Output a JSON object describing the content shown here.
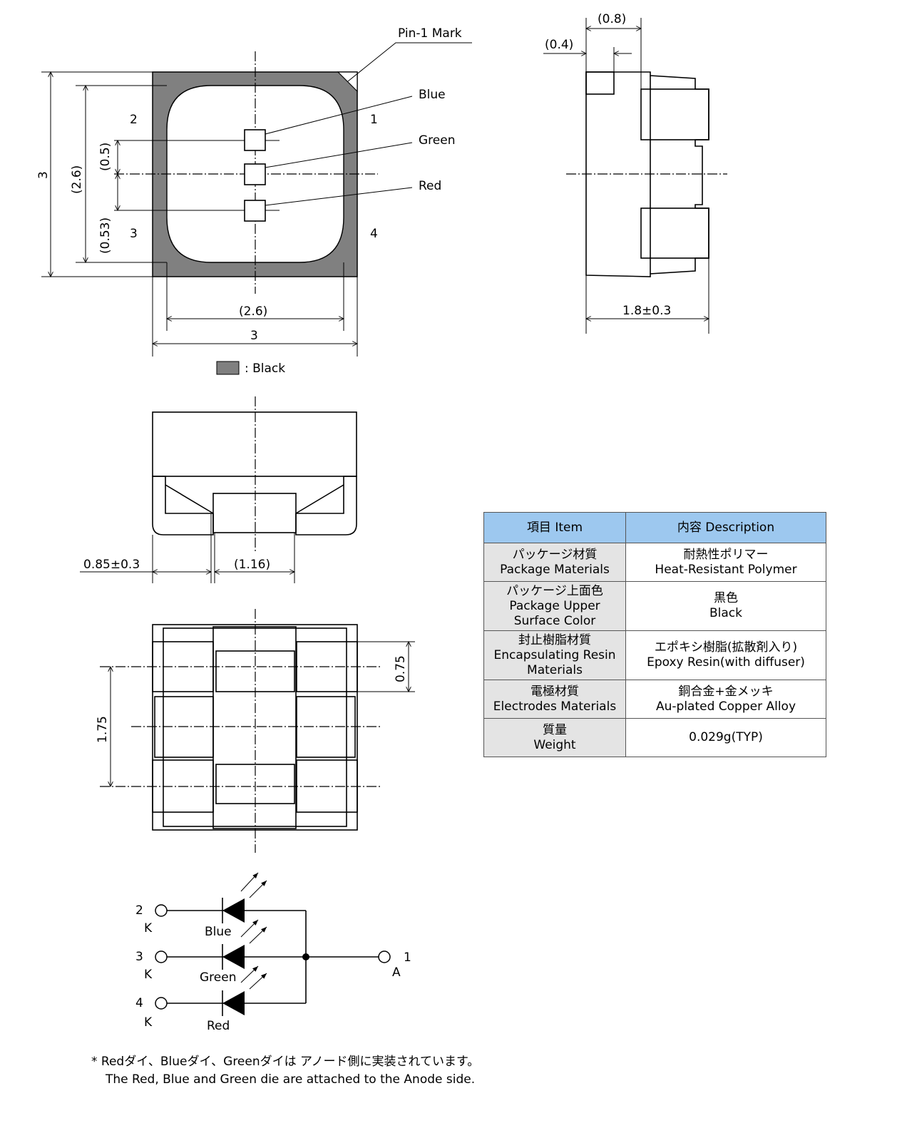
{
  "top_view": {
    "pin1_mark_label": "Pin-1 Mark",
    "pin_labels": [
      "2",
      "1",
      "3",
      "4"
    ],
    "die_labels": [
      "Blue",
      "Green",
      "Red"
    ],
    "dims": {
      "body_height": "3",
      "inner_height": "(2.6)",
      "die_pitch_a": "(0.5)",
      "die_pitch_b": "(0.53)",
      "inner_width": "(2.6)",
      "body_width": "3"
    },
    "legend_label": ": Black",
    "legend_color": "#808080"
  },
  "side_view": {
    "dims": {
      "top": "(0.8)",
      "step": "(0.4)",
      "depth": "1.8±0.3"
    }
  },
  "front_view": {
    "dims": {
      "left": "0.85±0.3",
      "center": "(1.16)"
    }
  },
  "bottom_view": {
    "dims": {
      "pitch": "1.75",
      "pad": "0.75"
    }
  },
  "circuit": {
    "pins": [
      {
        "num": "2",
        "type": "K",
        "color": "Blue"
      },
      {
        "num": "3",
        "type": "K",
        "color": "Green"
      },
      {
        "num": "4",
        "type": "K",
        "color": "Red"
      }
    ],
    "anode": {
      "num": "1",
      "type": "A"
    }
  },
  "table": {
    "header_item": "項目 Item",
    "header_desc": "内容 Description",
    "header_color": "#9dc8ef",
    "rows": [
      {
        "item_jp": "パッケージ材質",
        "item_en": "Package Materials",
        "item_en2": "",
        "desc_jp": "耐熱性ポリマー",
        "desc_en": "Heat-Resistant Polymer"
      },
      {
        "item_jp": "パッケージ上面色",
        "item_en": "Package Upper",
        "item_en2": "Surface Color",
        "desc_jp": "黒色",
        "desc_en": "Black"
      },
      {
        "item_jp": "封止樹脂材質",
        "item_en": "Encapsulating Resin",
        "item_en2": "Materials",
        "desc_jp": "エポキシ樹脂(拡散剤入り)",
        "desc_en": "Epoxy Resin(with diffuser)"
      },
      {
        "item_jp": "電極材質",
        "item_en": "Electrodes Materials",
        "item_en2": "",
        "desc_jp": "銅合金+金メッキ",
        "desc_en": "Au-plated Copper Alloy"
      },
      {
        "item_jp": "質量",
        "item_en": "Weight",
        "item_en2": "",
        "desc_jp": "",
        "desc_en": "0.029g(TYP)"
      }
    ]
  },
  "note": {
    "line1": "*  Redダイ、Blueダイ、Greenダイは アノード側に実装されています。",
    "line2": "The Red, Blue and Green die are attached to the Anode side."
  }
}
